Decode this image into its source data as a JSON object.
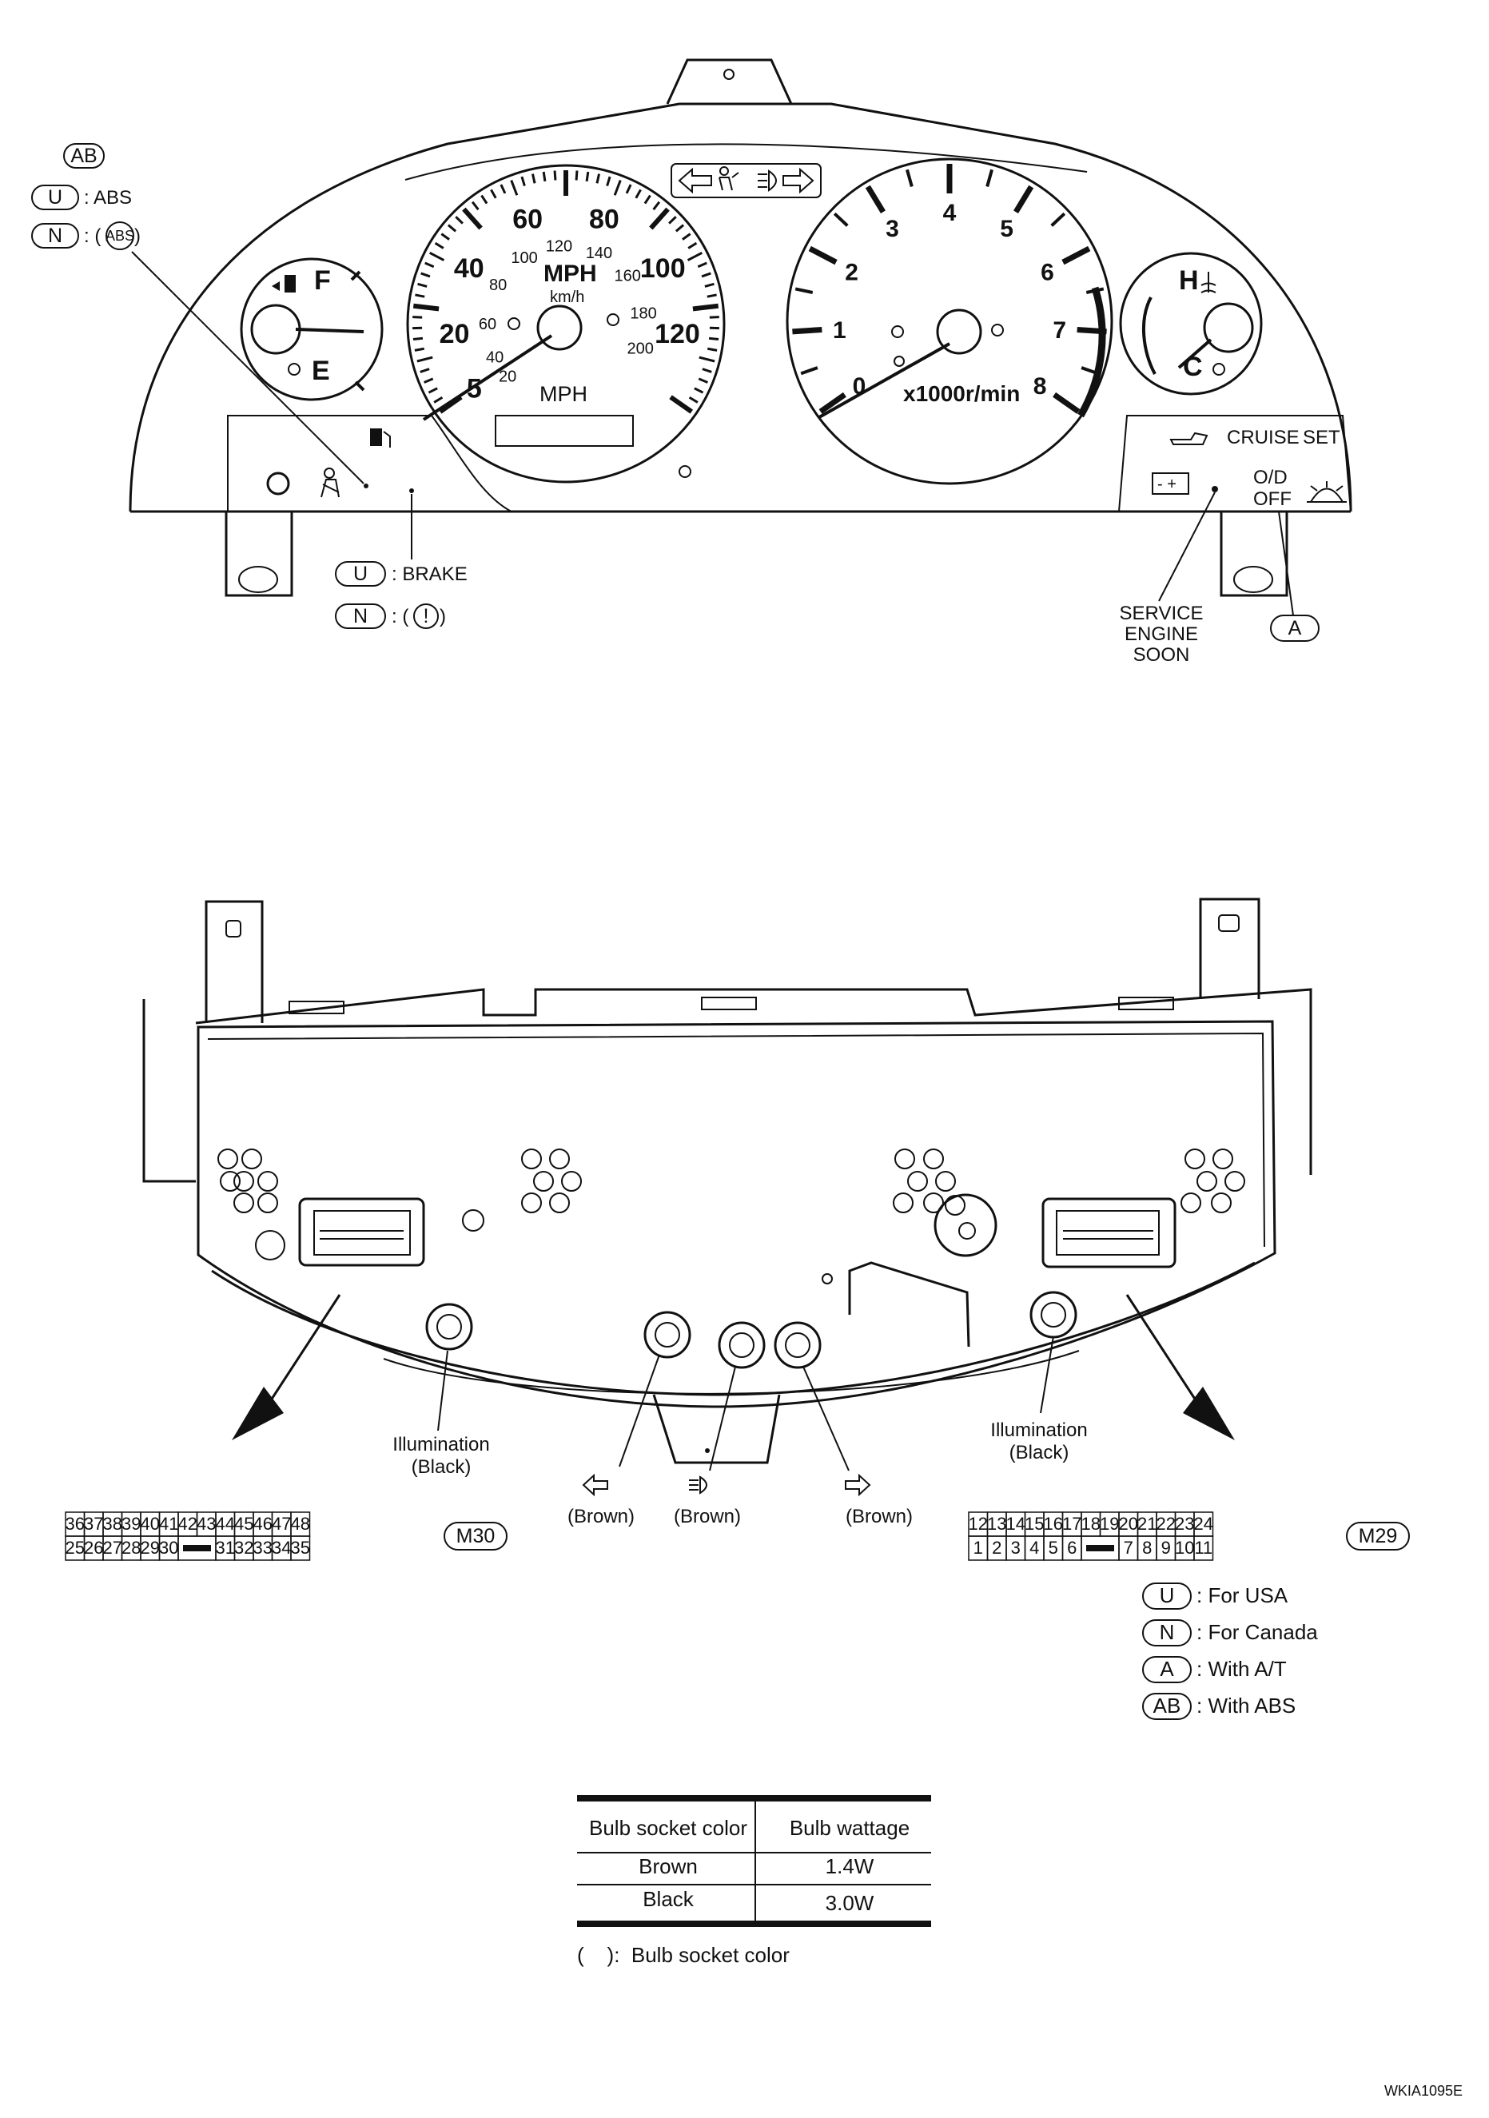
{
  "speedometer": {
    "mph_ticks": [
      "5",
      "20",
      "40",
      "60",
      "80",
      "100",
      "120"
    ],
    "kmh_ticks": [
      "20",
      "40",
      "60",
      "80",
      "100",
      "120",
      "140",
      "160",
      "180",
      "200"
    ],
    "unit_top": "MPH",
    "unit_kmh": "km/h",
    "unit_bottom": "MPH"
  },
  "tachometer": {
    "ticks": [
      "0",
      "1",
      "2",
      "3",
      "4",
      "5",
      "6",
      "7",
      "8"
    ],
    "unit": "x1000r/min"
  },
  "fuel_gauge": {
    "full": "F",
    "empty": "E"
  },
  "temp_gauge": {
    "hot": "H",
    "cold": "C"
  },
  "warning_labels": {
    "cruise": "CRUISE",
    "set": "SET",
    "od": "O/D",
    "off": "OFF"
  },
  "callouts_top": {
    "ab_badge": "AB",
    "abs_u": "U",
    "abs_u_text": ": ABS",
    "abs_n": "N",
    "abs_n_text": ": (",
    "abs_n_sym": "ABS",
    "abs_n_close": ")",
    "brake_u": "U",
    "brake_u_text": ": BRAKE",
    "brake_n": "N",
    "brake_n_text": ": (",
    "brake_n_sym": "!",
    "brake_n_close": ")",
    "service_l1": "SERVICE",
    "service_l2": "ENGINE",
    "service_l3": "SOON",
    "at_badge": "A"
  },
  "back_labels": {
    "illum_left_1": "Illumination",
    "illum_left_2": "(Black)",
    "illum_right_1": "Illumination",
    "illum_right_2": "(Black)",
    "brown_left": "(Brown)",
    "brown_mid": "(Brown)",
    "brown_right": "(Brown)"
  },
  "connector_m30": {
    "name": "M30",
    "top_row": [
      "36",
      "37",
      "38",
      "39",
      "40",
      "41",
      "42",
      "43",
      "44",
      "45",
      "46",
      "47",
      "48"
    ],
    "bottom_row": [
      "25",
      "26",
      "27",
      "28",
      "29",
      "30",
      "",
      "31",
      "32",
      "33",
      "34",
      "35"
    ]
  },
  "connector_m29": {
    "name": "M29",
    "top_row": [
      "12",
      "13",
      "14",
      "15",
      "16",
      "17",
      "18",
      "19",
      "20",
      "21",
      "22",
      "23",
      "24"
    ],
    "bottom_row": [
      "1",
      "2",
      "3",
      "4",
      "5",
      "6",
      "",
      "7",
      "8",
      "9",
      "10",
      "11"
    ]
  },
  "legend": [
    {
      "badge": "U",
      "text": ": For USA"
    },
    {
      "badge": "N",
      "text": ": For Canada"
    },
    {
      "badge": "A",
      "text": ": With A/T"
    },
    {
      "badge": "AB",
      "text": ": With ABS"
    }
  ],
  "bulb_table": {
    "headers": [
      "Bulb socket color",
      "Bulb wattage"
    ],
    "rows": [
      [
        "Brown",
        "1.4W"
      ],
      [
        "Black",
        "3.0W"
      ]
    ]
  },
  "footnote": "(    ):  Bulb socket color",
  "figure_code": "WKIA1095E"
}
